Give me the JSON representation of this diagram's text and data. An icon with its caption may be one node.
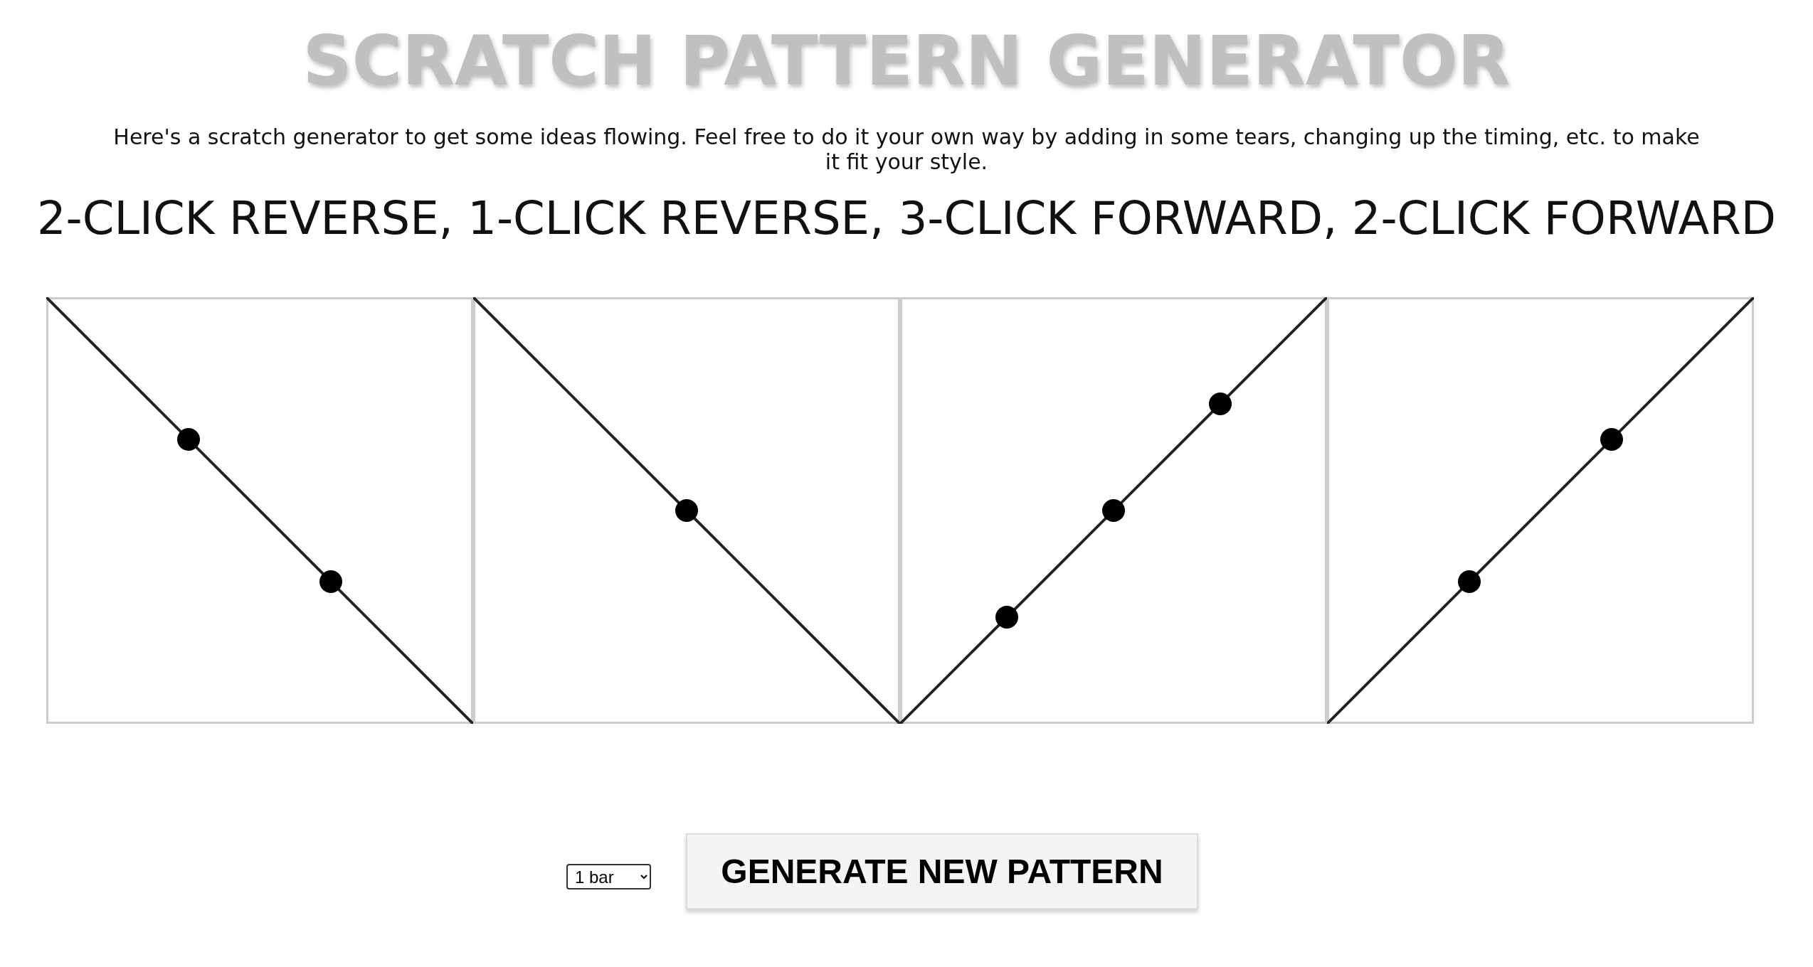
{
  "diagram": {
    "title": "SCRATCH PATTERN GENERATOR",
    "labels": [
      "Here's a scratch generator to get some ideas flowing. Feel free to do it your own way by adding in some tears, changing up the timing, etc. to make it fit your style.",
      "2-CLICK REVERSE, 1-CLICK REVERSE, 3-CLICK FORWARD, 2-CLICK FORWARD",
      "1 bar",
      "GENERATE NEW PATTERN"
    ]
  }
}
